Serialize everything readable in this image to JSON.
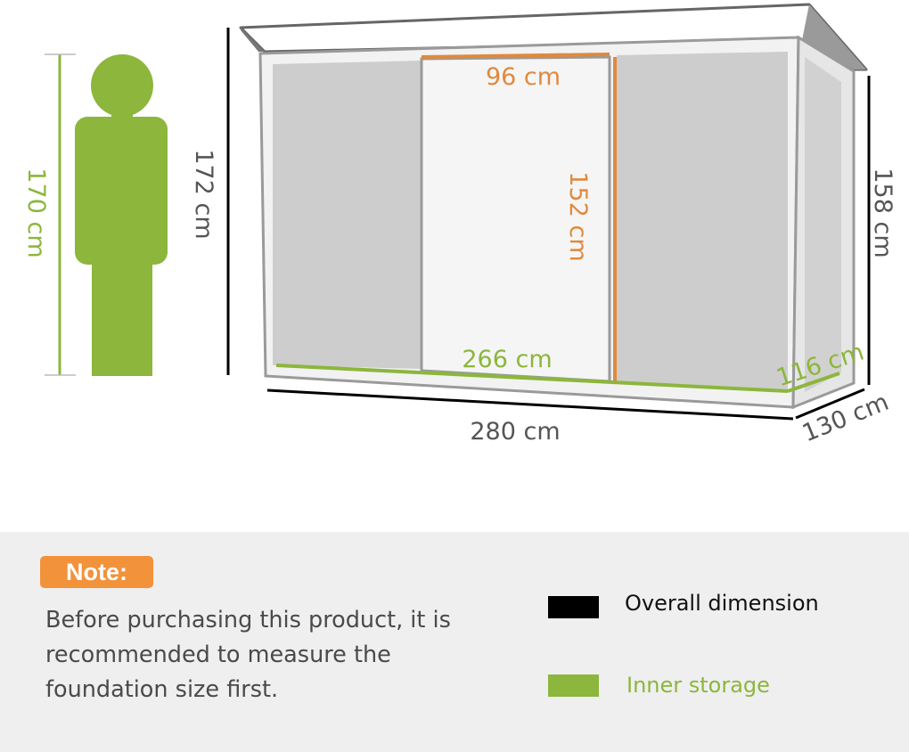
{
  "diagram": {
    "person_height": "170 cm",
    "overall_height": "172 cm",
    "side_height": "158 cm",
    "door_width": "96 cm",
    "door_height": "152 cm",
    "inner_length": "266 cm",
    "inner_depth": "116 cm",
    "overall_length": "280 cm",
    "overall_depth": "130 cm"
  },
  "note": {
    "badge": "Note:",
    "text": "Before purchasing this product, it is recommended to measure the foundation size first."
  },
  "legend": {
    "overall": {
      "label": "Overall dimension",
      "color": "#000000"
    },
    "inner": {
      "label": "Inner storage",
      "color": "#8cb63c"
    }
  },
  "colors": {
    "inner_storage": "#8cb63c",
    "door_dimension": "#e0893d",
    "overall_dimension": "#000000",
    "note_badge": "#f2923a"
  }
}
